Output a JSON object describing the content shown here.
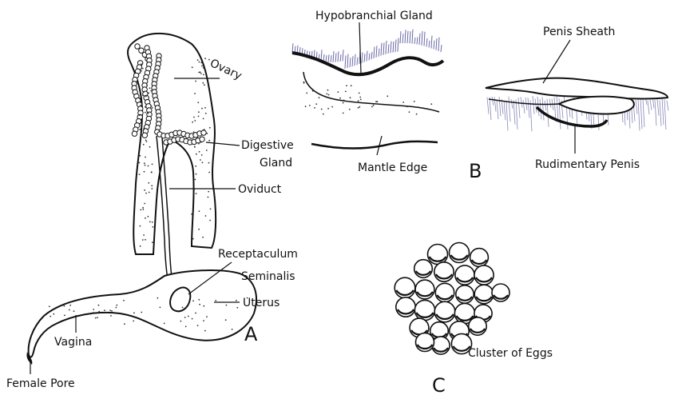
{
  "panel_a": {
    "letter": "A",
    "labels": {
      "ovary": "Ovary",
      "digestive_gland_1": "Digestive",
      "digestive_gland_2": "Gland",
      "oviduct": "Oviduct",
      "receptaculum_1": "Receptaculum",
      "receptaculum_2": "Seminalis",
      "uterus": "Uterus",
      "vagina": "Vagina",
      "female_pore": "Female Pore"
    }
  },
  "panel_b": {
    "letter": "B",
    "labels": {
      "hypobranchial": "Hypobranchial Gland",
      "mantle_edge": "Mantle Edge",
      "penis_sheath": "Penis Sheath",
      "rudimentary_penis": "Rudimentary Penis"
    }
  },
  "panel_c": {
    "letter": "C",
    "labels": {
      "cluster": "Cluster of Eggs"
    }
  },
  "colors": {
    "ink": "#111111",
    "hatch": "#6a6aa8",
    "background": "#ffffff"
  }
}
